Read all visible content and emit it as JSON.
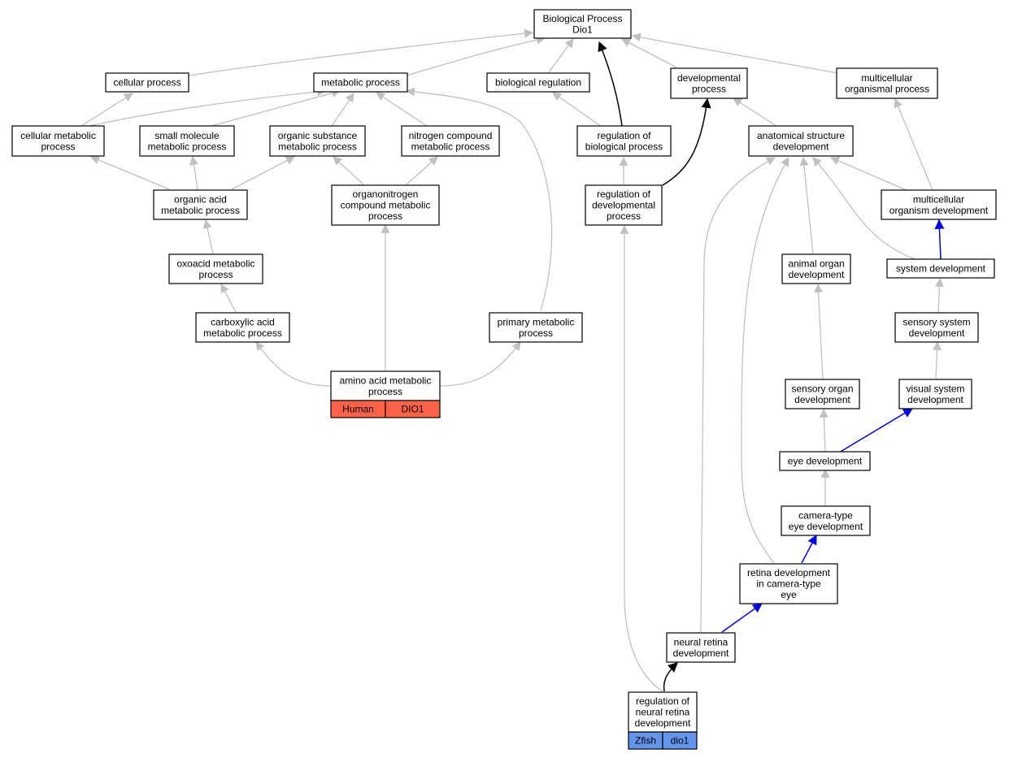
{
  "colors": {
    "human_fill": "#ff6347",
    "zfish_fill": "#6495ed",
    "edge_default": "#c0c0c0",
    "edge_regulates": "#000000",
    "edge_part_of": "#0000ee"
  },
  "nodes": {
    "root": [
      "Biological Process",
      "Dio1"
    ],
    "cellular_process": [
      "cellular process"
    ],
    "metabolic_process": [
      "metabolic process"
    ],
    "biological_regulation": [
      "biological regulation"
    ],
    "developmental_process": [
      "developmental",
      "process"
    ],
    "multicellular_organismal_process": [
      "multicellular",
      "organismal process"
    ],
    "cellular_metabolic": [
      "cellular metabolic",
      "process"
    ],
    "small_molecule": [
      "small molecule",
      "metabolic process"
    ],
    "organic_substance": [
      "organic substance",
      "metabolic process"
    ],
    "nitrogen_compound": [
      "nitrogen compound",
      "metabolic process"
    ],
    "regulation_bio": [
      "regulation of",
      "biological process"
    ],
    "anatomical": [
      "anatomical structure",
      "development"
    ],
    "organic_acid": [
      "organic acid",
      "metabolic process"
    ],
    "organonitrogen": [
      "organonitrogen",
      "compound metabolic",
      "process"
    ],
    "regulation_dev": [
      "regulation of",
      "developmental",
      "process"
    ],
    "multicellular_dev": [
      "multicellular",
      "organism development"
    ],
    "oxoacid": [
      "oxoacid metabolic",
      "process"
    ],
    "animal_organ": [
      "animal organ",
      "development"
    ],
    "system_dev": [
      "system development"
    ],
    "carboxylic": [
      "carboxylic acid",
      "metabolic process"
    ],
    "primary_metabolic": [
      "primary metabolic",
      "process"
    ],
    "sensory_system": [
      "sensory system",
      "development"
    ],
    "amino_acid": [
      "amino acid metabolic",
      "process"
    ],
    "sensory_organ": [
      "sensory organ",
      "development"
    ],
    "visual_system": [
      "visual system",
      "development"
    ],
    "eye_dev": [
      "eye development"
    ],
    "camera_eye": [
      "camera-type",
      "eye development"
    ],
    "retina_dev": [
      "retina development",
      "in camera-type",
      "eye"
    ],
    "neural_retina": [
      "neural retina",
      "development"
    ],
    "reg_neural_retina": [
      "regulation of",
      "neural retina",
      "development"
    ]
  },
  "annotations": {
    "amino_acid": {
      "species": "Human",
      "gene": "DIO1"
    },
    "reg_neural_retina": {
      "species": "Zfish",
      "gene": "dio1"
    }
  }
}
